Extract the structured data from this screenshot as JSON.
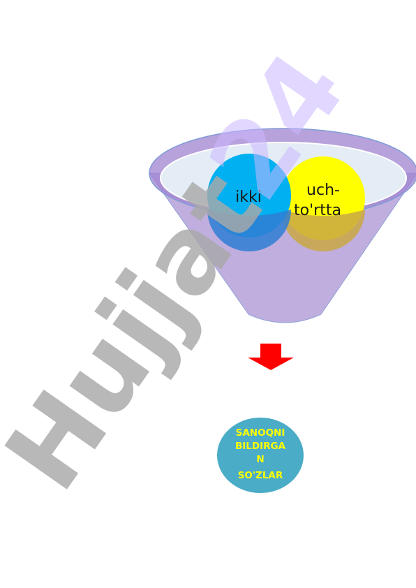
{
  "funnel": {
    "inputs": [
      {
        "label_lines": [
          "ikki"
        ],
        "color": "#00b0f0"
      },
      {
        "label_lines": [
          "uch-",
          "to'rtta"
        ],
        "color": "#ffff00"
      }
    ],
    "body_color": "#b4a0d8",
    "rim_color": "#a083d0",
    "liquid_color": "#e4edf5"
  },
  "arrow": {
    "color": "#ff0000"
  },
  "result": {
    "label_lines": [
      "SANOQNI",
      "BILDIRGA",
      "N",
      "SO'ZLAR"
    ],
    "fill_color": "#4aacc6",
    "text_color": "#ffff00"
  },
  "watermark": {
    "part1": "Hujjat",
    "part2": "24",
    "color1": "#a8a8a8",
    "color2": "#cbb7ff"
  }
}
